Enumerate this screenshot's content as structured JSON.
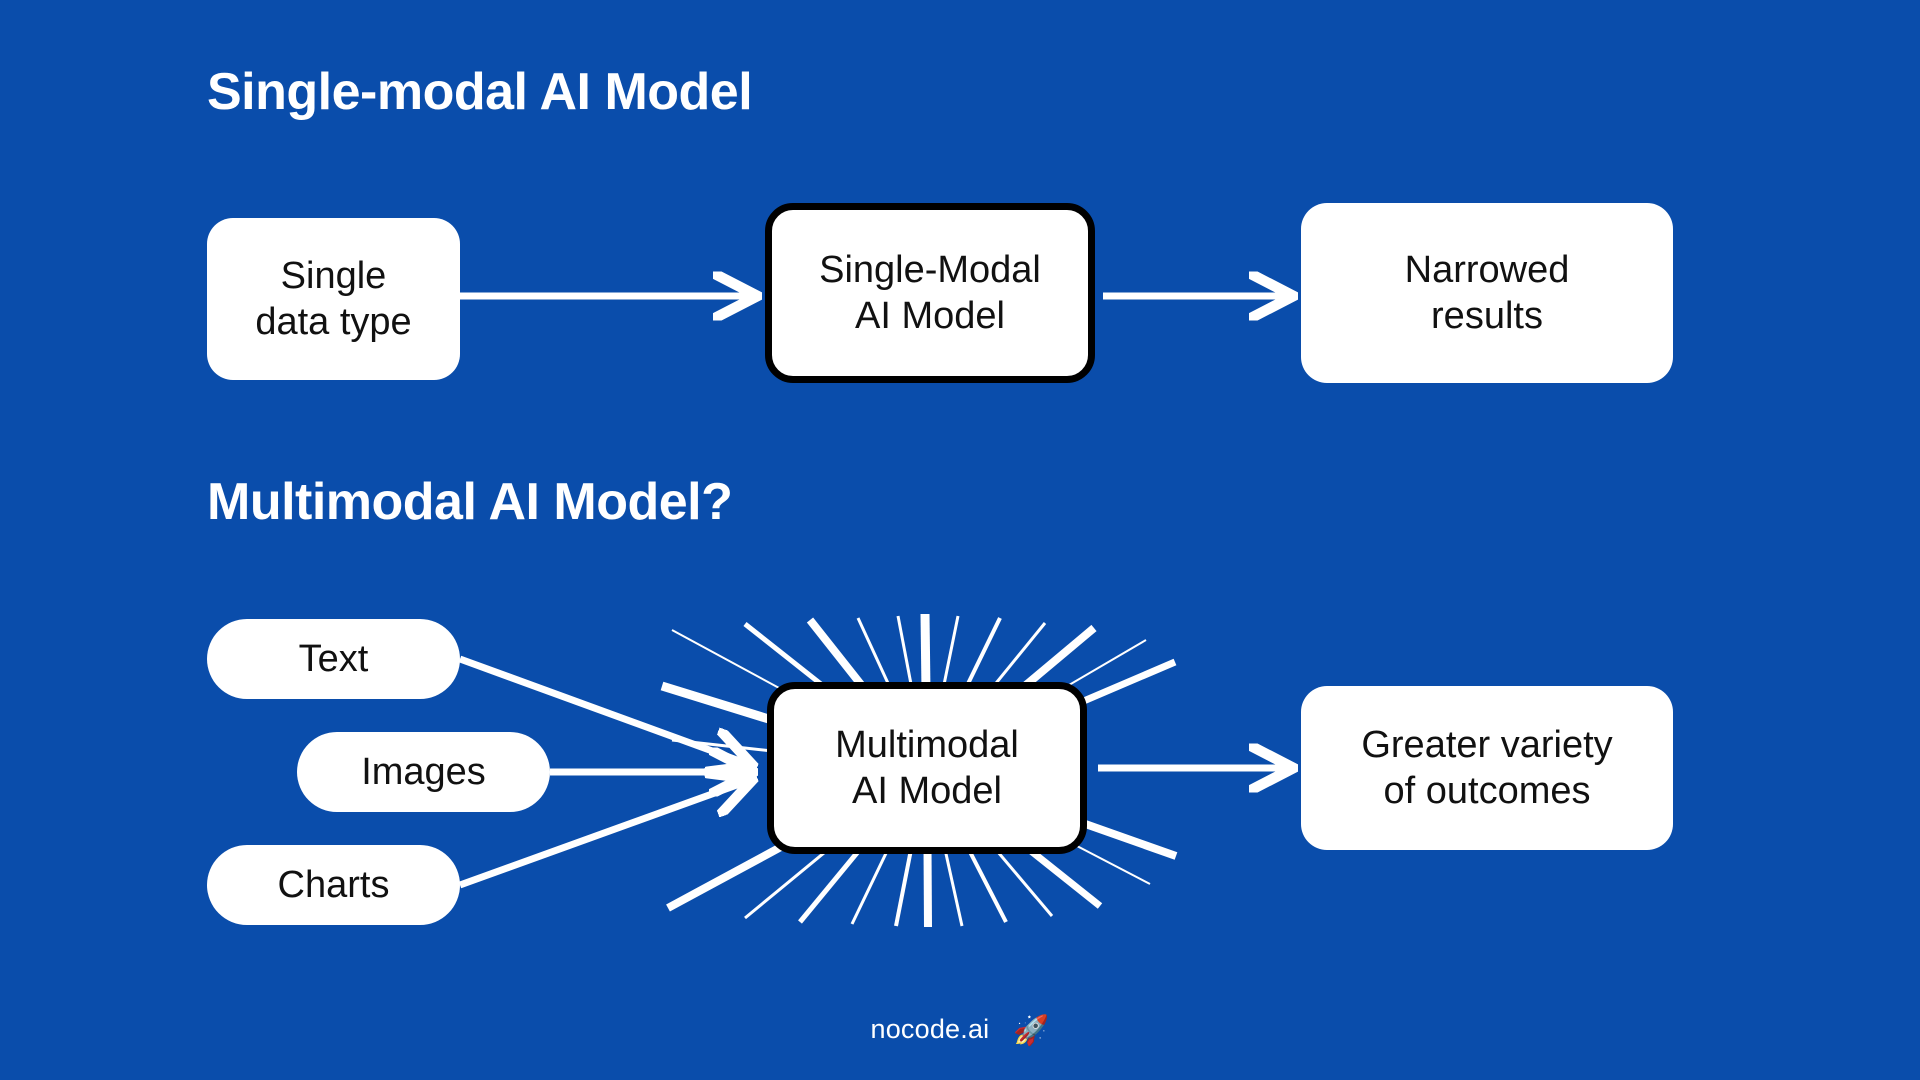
{
  "canvas": {
    "background_color": "#0a4dab",
    "box_fill": "#ffffff",
    "box_text_color": "#111111",
    "arrow_color": "#ffffff",
    "emphasis_border_color": "#000000"
  },
  "sections": {
    "single": {
      "heading": "Single-modal AI Model",
      "input": {
        "line1": "Single",
        "line2": "data type"
      },
      "model": {
        "line1": "Single-Modal",
        "line2": "AI Model"
      },
      "output": {
        "line1": "Narrowed",
        "line2": "results"
      }
    },
    "multimodal": {
      "heading": "Multimodal AI Model?",
      "inputs": [
        {
          "label": "Text"
        },
        {
          "label": "Images"
        },
        {
          "label": "Charts"
        }
      ],
      "model": {
        "line1": "Multimodal",
        "line2": "AI Model"
      },
      "output": {
        "line1": "Greater variety",
        "line2": "of outcomes"
      }
    }
  },
  "footer": {
    "brand": "nocode.ai",
    "icon": "rocket-icon",
    "icon_glyph": "🚀"
  }
}
